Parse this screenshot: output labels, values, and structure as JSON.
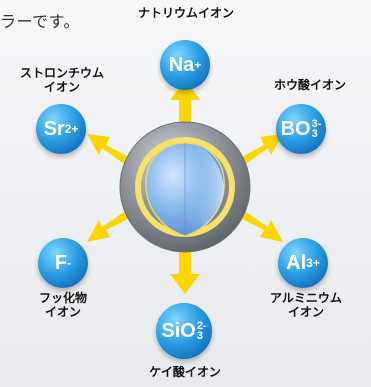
{
  "top_text": "ラーです。",
  "colors": {
    "arrow": "#ffd500",
    "ion": "#1e8ed8",
    "sphere": "#8c9196",
    "core": "#78aee4",
    "ring": "#f7e56c"
  },
  "ions": {
    "na": {
      "label": "ナトリウムイオン",
      "symbol_base": "Na",
      "symbol_sup": "+"
    },
    "bo3": {
      "label": "ホウ酸イオン",
      "symbol_base": "BO",
      "symbol_sup": "3-",
      "symbol_sub": "3"
    },
    "al": {
      "label_line1": "アルミニウム",
      "label_line2": "イオン",
      "symbol_base": "Al",
      "symbol_sup": "3+"
    },
    "sio3": {
      "label": "ケイ酸イオン",
      "symbol_base": "SiO",
      "symbol_sup": "2-",
      "symbol_sub": "3"
    },
    "f": {
      "label_line1": "フッ化物",
      "label_line2": "イオン",
      "symbol_base": "F",
      "symbol_sup": "-"
    },
    "sr": {
      "label_line1": "ストロンチウム",
      "label_line2": "イオン",
      "symbol_base": "Sr",
      "symbol_sup": "2+"
    }
  }
}
